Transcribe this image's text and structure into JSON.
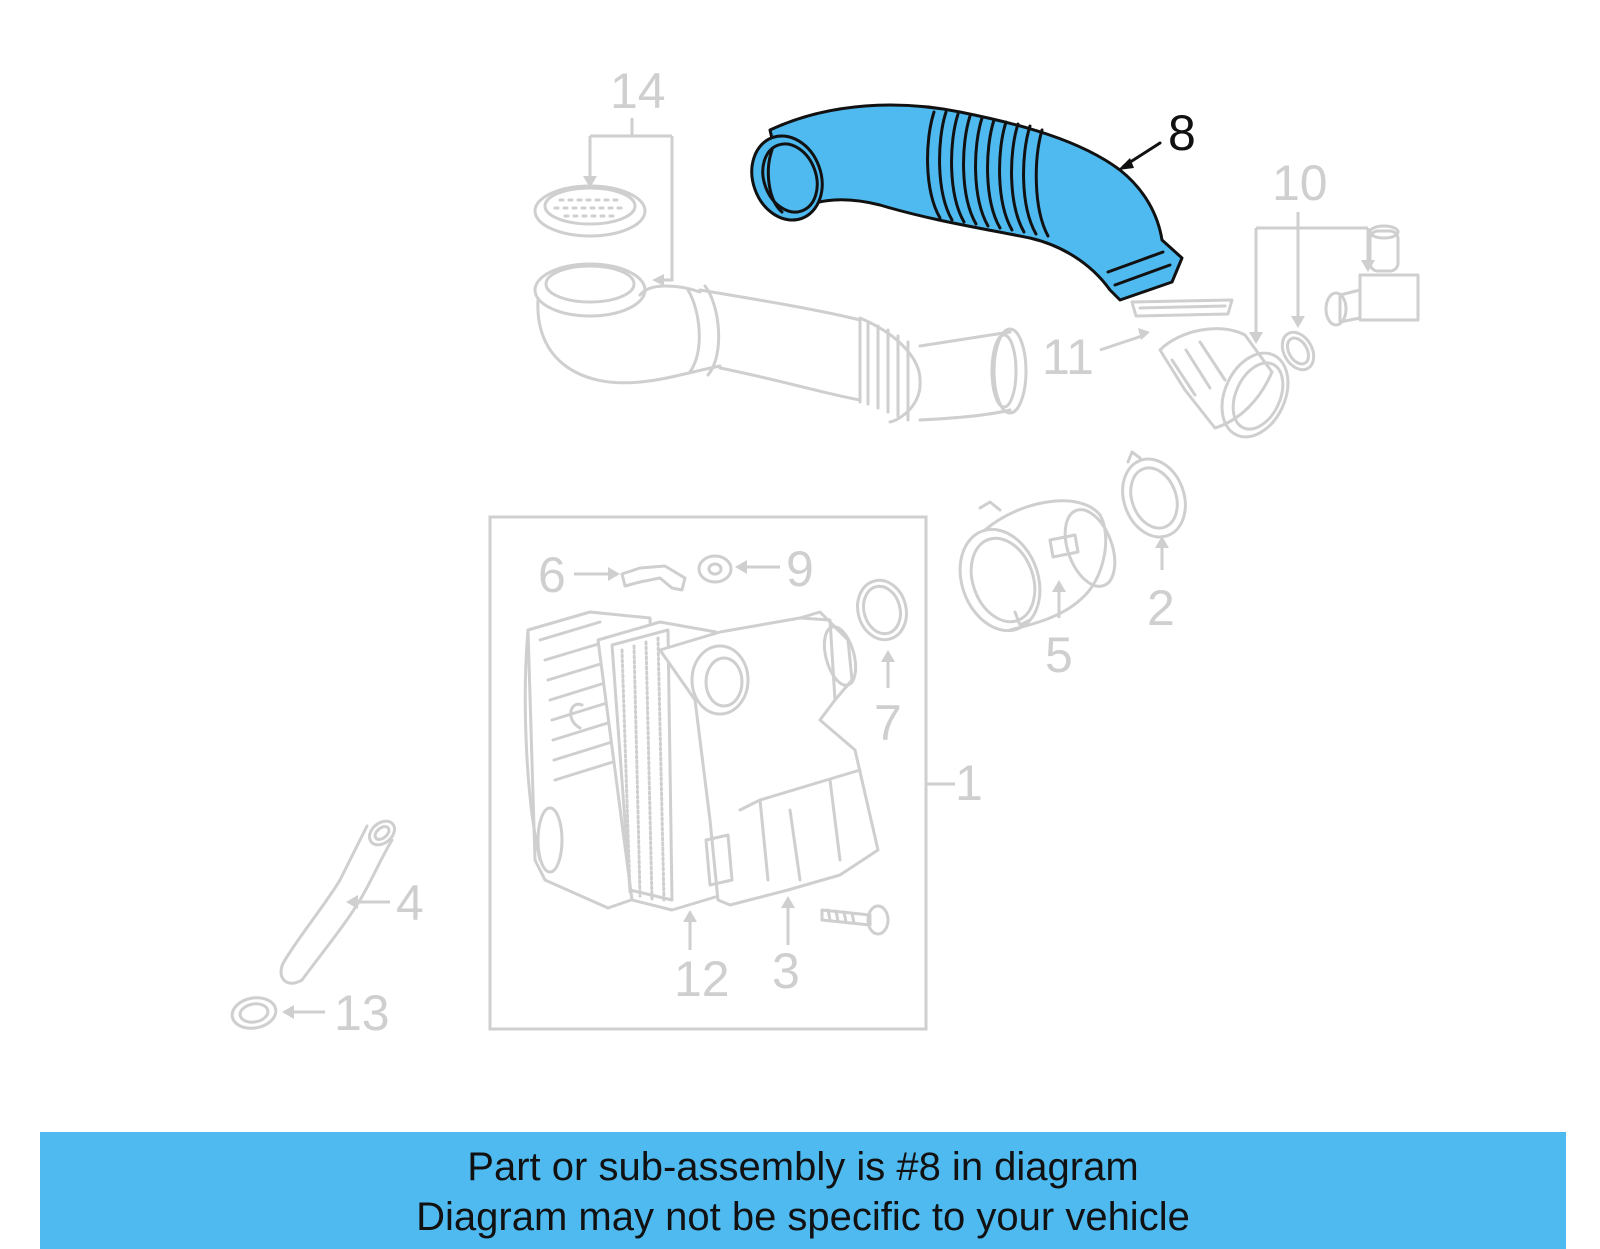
{
  "diagram": {
    "highlighted_part": "8",
    "callouts": [
      "14",
      "8",
      "10",
      "11",
      "5",
      "2",
      "6",
      "9",
      "7",
      "1",
      "12",
      "3",
      "4",
      "13"
    ]
  },
  "colors": {
    "highlight": "#4fbaf0",
    "part_line": "#cfcfcf",
    "active_text": "#111111"
  },
  "banner": {
    "line1": "Part or sub-assembly is #8 in diagram",
    "line2": "Diagram may not be specific to your vehicle"
  }
}
